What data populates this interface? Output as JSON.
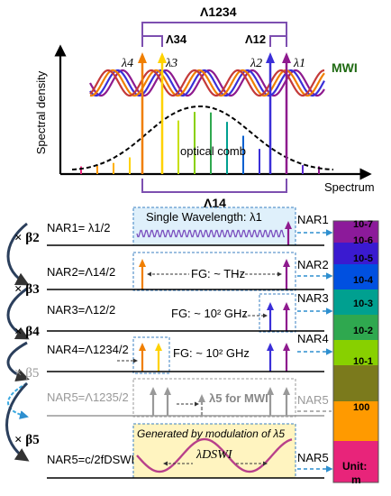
{
  "top": {
    "y_axis_label": "Spectral density",
    "x_axis_label": "Spectrum",
    "mwi_label": "MWI",
    "comb_label": "optical comb",
    "lambda1": "λ1",
    "lambda2": "λ2",
    "lambda3": "λ3",
    "lambda4": "λ4",
    "L1234": "Λ1234",
    "L34": "Λ34",
    "L12": "Λ12",
    "L14": "Λ14",
    "colors": {
      "l1": "#8e1a8e",
      "l2": "#3a2fd8",
      "l3": "#ffd200",
      "l4": "#f07f00",
      "mwi_label": "#1f6a12",
      "bracket": "#7d4fb0"
    }
  },
  "steps": {
    "beta2": "× β2",
    "beta3": "× β3",
    "beta4": "× β4",
    "beta5_dim": "× β5",
    "beta5": "× β5"
  },
  "rows": [
    {
      "nar": "NAR1= λ1/2",
      "box": "Single Wavelength: λ1",
      "right": "NAR1"
    },
    {
      "nar": "NAR2=Λ14/2",
      "box": "FG: ~ THz",
      "right": "NAR2"
    },
    {
      "nar": "NAR3=Λ12/2",
      "box": "FG: ~ 10² GHz",
      "right": "NAR3"
    },
    {
      "nar": "NAR4=Λ1234/2",
      "box": "FG: ~ 10² GHz",
      "right": "NAR4"
    },
    {
      "nar": "NAR5=Λ1235/2",
      "box": "λ5 for MWI",
      "right": "NAR5"
    },
    {
      "nar": "NAR5=c/2fDSWI",
      "box": "Generated by modulation of λ5",
      "wave": "λDSWI",
      "right": "NAR5"
    }
  ],
  "scale": {
    "labels": [
      "10-7",
      "10-6",
      "10-5",
      "10-4",
      "10-3",
      "10-2",
      "10-1",
      "100"
    ],
    "unit": "Unit:",
    "unit_value": "m",
    "band_colors": [
      "#8c1a9a",
      "#3a1ad0",
      "#0050e0",
      "#00a090",
      "#2fa84f",
      "#88d000",
      "#7b7a1c",
      "#ff9a00",
      "#e8247a"
    ]
  }
}
